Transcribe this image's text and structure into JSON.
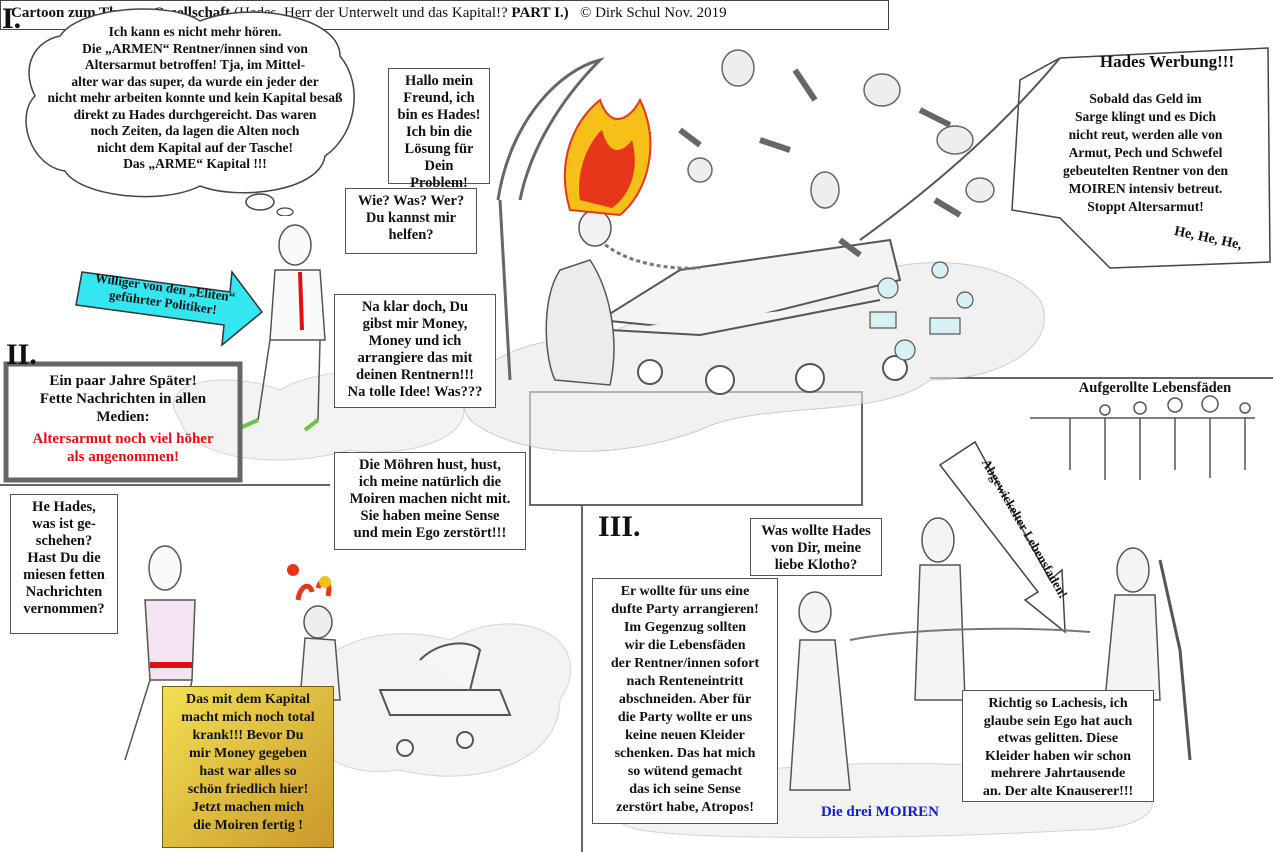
{
  "header": {
    "title_bold": "Cartoon zum Thema: Gesellschaft",
    "title_sub": "(Hades, Herr der Unterwelt und das Kapital!?",
    "part": "PART I.)",
    "copyright": "© Dirk Schul Nov. 2019"
  },
  "panels": {
    "one": "I.",
    "two": "II.",
    "three": "III."
  },
  "panel1": {
    "thought_bubble": "Ich kann es nicht mehr hören.\nDie „ARMEN“ Rentner/innen sind von\nAltersarmut betroffen! Tja, im Mittel-\nalter war das super, da wurde ein jeder der\nnicht mehr arbeiten konnte und kein Kapital besaß\ndirekt zu Hades  durchgereicht. Das waren\nnoch Zeiten, da lagen  die Alten noch\nnicht dem Kapital auf der Tasche!\nDas „ARME“ Kapital !!!",
    "arrow_label": "Williger von den „Eliten“\ngeführter Politiker!",
    "politician_speech": "Wie? Was? Wer?\nDu kannst mir\nhelfen?",
    "hades_speech_1": "Hallo mein\nFreund, ich\nbin es Hades!\nIch bin die\nLösung für\nDein Problem!",
    "hades_speech_2": "Na klar doch, Du\ngibst mir Money,\nMoney und ich\narrangiere das mit\ndeinen Rentnern!!!\nNa tolle Idee! Was???",
    "ad_title": "Hades Werbung!!!",
    "ad_text": "Sobald das Geld im\nSarge klingt und es Dich\nnicht reut, werden alle von\nArmut, Pech und Schwefel\ngebeutelten Rentner von den\nMOIREN intensiv betreut.\nStoppt Altersarmut!",
    "ad_laugh": "He, He, He,"
  },
  "panel2": {
    "news_line1": "Ein paar Jahre Später!\nFette Nachrichten in allen\nMedien:",
    "news_line2": "Altersarmut noch viel höher\nals angenommen!",
    "politician_speech": "He Hades,\nwas ist ge-\nschehen?\nHast Du die\nmiesen fetten\nNachrichten\nvernommen?",
    "hades_speech": "Die Möhren hust, hust,\nich meine natürlich die\nMoiren machen nicht mit.\nSie haben meine Sense\nund mein Ego zerstört!!!",
    "hades_reply": "Das mit dem Kapital\nmacht mich noch total\nkrank!!! Bevor Du\nmir Money gegeben\nhast war alles so\nschön friedlich hier!\nJetzt machen mich\ndie Moiren fertig !"
  },
  "panel3": {
    "threads_label": "Aufgerollte Lebensfäden",
    "unwound_label": "Abgewickelter Lebensfaden!",
    "lachesis_speech": "Was wollte Hades\nvon Dir, meine\nliebe Klotho?",
    "klotho_speech": "Er wollte für uns eine\ndufte Party arrangieren!\nIm Gegenzug sollten\nwir die Lebensfäden\nder Rentner/innen sofort\nnach Renteneintritt\nabschneiden. Aber für\ndie Party wollte er uns\nkeine neuen Kleider\nschenken. Das hat mich\nso wütend gemacht\ndas ich seine Sense\nzerstört habe, Atropos!",
    "atropos_speech": "Richtig so Lachesis, ich\nglaube sein Ego hat auch\netwas gelitten. Diese\nKleider haben wir schon\nmehrere Jahrtausende\nan. Der alte Knauserer!!!",
    "moiren_caption": "Die drei MOIREN"
  },
  "colors": {
    "news_red": "#e01010",
    "arrow_cyan": "#34e6f0",
    "gold_box": "#d9b533",
    "moiren_blue": "#1020d0",
    "flame_red": "#e8361a",
    "flame_yellow": "#f5c018"
  }
}
